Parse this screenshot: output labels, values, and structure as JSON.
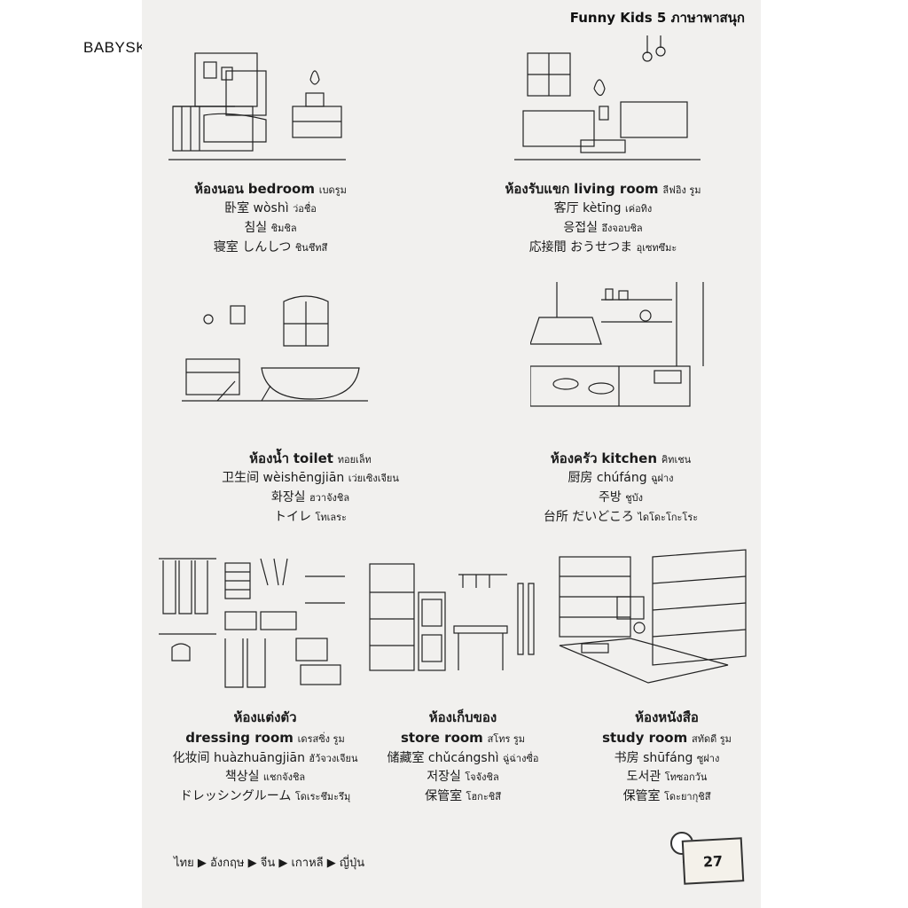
{
  "watermark": "BABYSKATE",
  "header": {
    "title": "Funny Kids 5 ภาษาพาสนุก"
  },
  "rooms": [
    {
      "thai": "ห้องนอน",
      "en": "bedroom",
      "en_th": "เบดรูม",
      "zh": "卧室",
      "zh_pinyin": "wòshì",
      "zh_th": "ว่อชื่อ",
      "ko": "침실",
      "ko_th": "ชิมชิล",
      "ja": "寝室 しんしつ",
      "ja_th": "ชินชึทสึ"
    },
    {
      "thai": "ห้องรับแขก",
      "en": "living room",
      "en_th": "ลีฟอิง รูม",
      "zh": "客厅",
      "zh_pinyin": "kètīng",
      "zh_th": "เค่อทิง",
      "ko": "응접실",
      "ko_th": "อึงจอบชิล",
      "ja": "応接間 おうせつま",
      "ja_th": "อุเซทซึมะ"
    },
    {
      "thai": "ห้องน้ำ",
      "en": "toilet",
      "en_th": "ทอยเล็ท",
      "zh": "卫生间",
      "zh_pinyin": "wèishēngjiān",
      "zh_th": "เว่ยเซิงเจียน",
      "ko": "화장실",
      "ko_th": "ฮวาจังชิล",
      "ja": "トイレ",
      "ja_th": "โทเลระ"
    },
    {
      "thai": "ห้องครัว",
      "en": "kitchen",
      "en_th": "คิทเชน",
      "zh": "厨房",
      "zh_pinyin": "chúfáng",
      "zh_th": "ฉูฝาง",
      "ko": "주방",
      "ko_th": "ชูบัง",
      "ja": "台所 だいどころ",
      "ja_th": "ไดโดะโกะโระ"
    },
    {
      "thai": "ห้องแต่งตัว",
      "en": "dressing room",
      "en_th": "เดรสซิ่ง รูม",
      "zh": "化妆间",
      "zh_pinyin": "huàzhuāngjiān",
      "zh_th": "ฮัว้จวงเจียน",
      "ko": "책상실",
      "ko_th": "แชกจังชิล",
      "ja": "ドレッシングルーム",
      "ja_th": "โดเระชึมะรึมุ"
    },
    {
      "thai": "ห้องเก็บของ",
      "en": "store room",
      "en_th": "สโทร รูม",
      "zh": "储藏室",
      "zh_pinyin": "chǔcángshì",
      "zh_th": "ฉู่ฉ่างซื่อ",
      "ko": "저장실",
      "ko_th": "โจจังชิล",
      "ja": "保管室",
      "ja_th": "โฮกะชิสึ"
    },
    {
      "thai": "ห้องหนังสือ",
      "en": "study room",
      "en_th": "สทัดดี รูม",
      "zh": "书房",
      "zh_pinyin": "shūfáng",
      "zh_th": "ซูฝาง",
      "ko": "도서관",
      "ko_th": "โทซอกวัน",
      "ja": "保管室",
      "ja_th": "โดะยากุชิสึ"
    }
  ],
  "footer": {
    "nav": "ไทย ▶ อังกฤษ ▶ จีน ▶ เกาหลี ▶ ญี่ปุ่น",
    "page_number": "27"
  }
}
